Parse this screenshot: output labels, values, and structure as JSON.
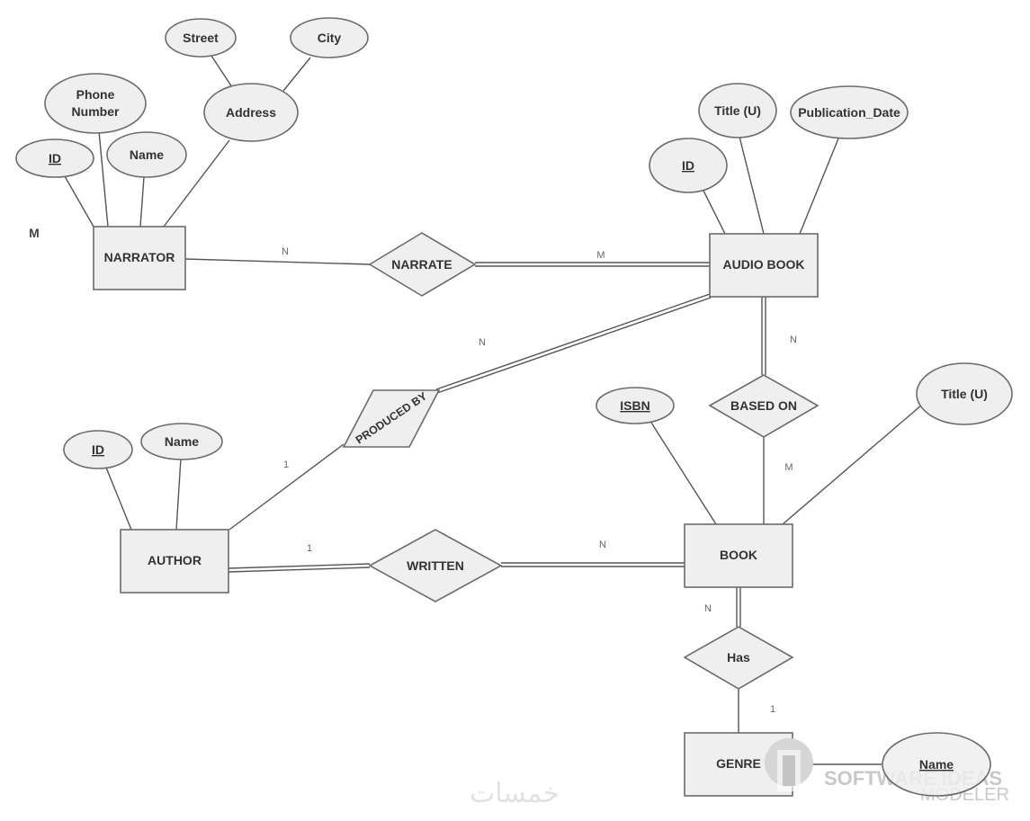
{
  "entities": {
    "narrator": "NARRATOR",
    "audio_book": "AUDIO BOOK",
    "author": "AUTHOR",
    "book": "BOOK",
    "genre": "GENRE"
  },
  "relationships": {
    "narrate": "NARRATE",
    "produced_by": "PRODUCED BY",
    "based_on": "BASED ON",
    "written": "WRITTEN",
    "has": "Has"
  },
  "attributes": {
    "narrator_id": "ID",
    "narrator_phone_line1": "Phone",
    "narrator_phone_line2": "Number",
    "narrator_name": "Name",
    "narrator_address": "Address",
    "narrator_street": "Street",
    "narrator_city": "City",
    "audio_id": "ID",
    "audio_title": "Title  (U)",
    "audio_pubdate": "Publication_Date",
    "author_id": "ID",
    "author_name": "Name",
    "book_isbn": "ISBN",
    "book_title": "Title  (U)",
    "genre_name": "Name"
  },
  "cardinalities": {
    "narrate_narrator": "N",
    "narrate_audio": "M",
    "produced_audio": "N",
    "produced_author": "1",
    "based_audio": "N",
    "based_book": "M",
    "written_author": "1",
    "written_book": "N",
    "has_book": "N",
    "has_genre": "1"
  },
  "stray_label": "M",
  "watermark": {
    "line1": "SOFTWARE IDEAS",
    "line2": "MODELER",
    "arabic": "خمسات"
  }
}
